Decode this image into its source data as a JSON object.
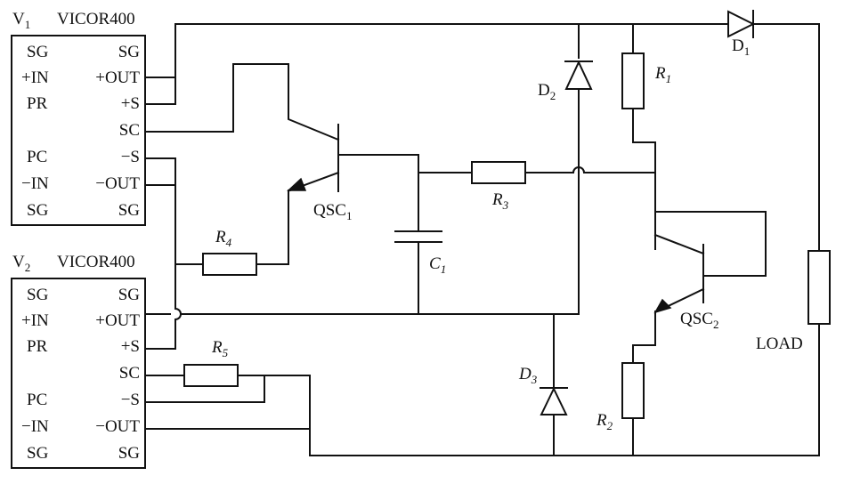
{
  "module1": {
    "title_v": "V",
    "title_v_sub": "1",
    "title_name": "VICOR400",
    "left_pins": [
      "SG",
      "+IN",
      "PR",
      "",
      "PC",
      "−IN",
      "SG"
    ],
    "right_pins": [
      "SG",
      "+OUT",
      "+S",
      "SC",
      "−S",
      "−OUT",
      "SG"
    ]
  },
  "module2": {
    "title_v": "V",
    "title_v_sub": "2",
    "title_name": "VICOR400",
    "left_pins": [
      "SG",
      "+IN",
      "PR",
      "",
      "PC",
      "−IN",
      "SG"
    ],
    "right_pins": [
      "SG",
      "+OUT",
      "+S",
      "SC",
      "−S",
      "−OUT",
      "SG"
    ]
  },
  "components": {
    "D1": {
      "letter": "D",
      "sub": "1"
    },
    "D2": {
      "letter": "D",
      "sub": "2"
    },
    "D3": {
      "letter": "D",
      "sub": "3"
    },
    "R1": {
      "letter": "R",
      "sub": "1"
    },
    "R2": {
      "letter": "R",
      "sub": "2"
    },
    "R3": {
      "letter": "R",
      "sub": "3"
    },
    "R4": {
      "letter": "R",
      "sub": "4"
    },
    "R5": {
      "letter": "R",
      "sub": "5"
    },
    "C1": {
      "letter": "C",
      "sub": "1"
    },
    "Q1": {
      "letter": "QSC",
      "sub": "1"
    },
    "Q2": {
      "letter": "QSC",
      "sub": "2"
    },
    "load": "LOAD"
  }
}
